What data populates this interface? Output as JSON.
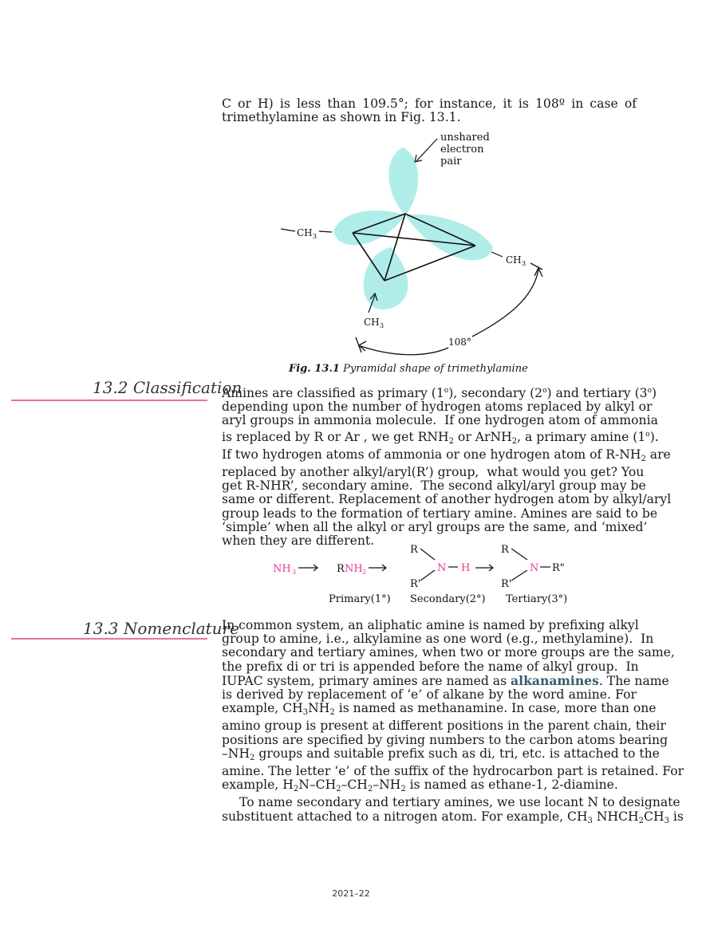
{
  "intro": {
    "lines": [
      "C or H) is less than 109.5°; for instance, it is 108º in case of",
      "trimethylamine as shown in Fig. 13.1."
    ]
  },
  "figure": {
    "labels": {
      "unshared_1": "unshared",
      "unshared_2": "electron",
      "unshared_3": "pair",
      "ch3_left": "CH",
      "ch3_right": "CH",
      "ch3_bottom": "CH",
      "sub3": "3",
      "angle": "108°"
    },
    "caption_fig": "Fig. 13.1",
    "caption_text": "Pyramidal shape of trimethylamine",
    "lobe_color": "#a8ece6"
  },
  "section_classification": {
    "title": "13.2 Classification",
    "rule_color": "#e8739a"
  },
  "section_nomenclature": {
    "title": "13.3  Nomenclature",
    "bold_term": "alkanamines"
  },
  "amine_classes": {
    "nh3": "NH",
    "rnh2_r": "R",
    "rnh2_nh": "NH",
    "R": "R",
    "Rp": "R'",
    "Rpp": "R\"",
    "N": "N",
    "H": "H",
    "primary": "Primary(1°)",
    "secondary": "Secondary(2°)",
    "tertiary": "Tertiary(3°)",
    "accent": "#e8399a"
  },
  "footer": {
    "year": "2021–22"
  }
}
